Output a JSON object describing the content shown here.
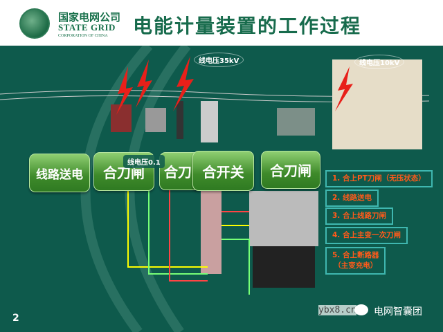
{
  "header": {
    "logo_cn": "国家电网公司",
    "logo_en": "STATE GRID",
    "logo_en_sub": "CORPORATION OF CHINA",
    "title": "电能计量装置的工作过程"
  },
  "voltage_labels": {
    "v35": "线电压35kV",
    "v10": "线电压10kV",
    "v01": "线电压0.1"
  },
  "callouts": [
    "线路送电",
    "合刀闸",
    "合刀",
    "合开关",
    "合刀闸"
  ],
  "steps": [
    "1. 合上PT刀闸（无压状态）",
    "2. 线路送电",
    "3. 合上线路刀闸",
    "4. 合上主变一次刀闸",
    "5. 合上断路器",
    "（主变充电）"
  ],
  "page_number": "2",
  "watermark": {
    "site": "ybx8.cn",
    "account": "电网智囊团"
  },
  "colors": {
    "background": "#0e5a4c",
    "title": "#176b4c",
    "step_text": "#ff5a1a",
    "lightning": "#e8201a"
  }
}
